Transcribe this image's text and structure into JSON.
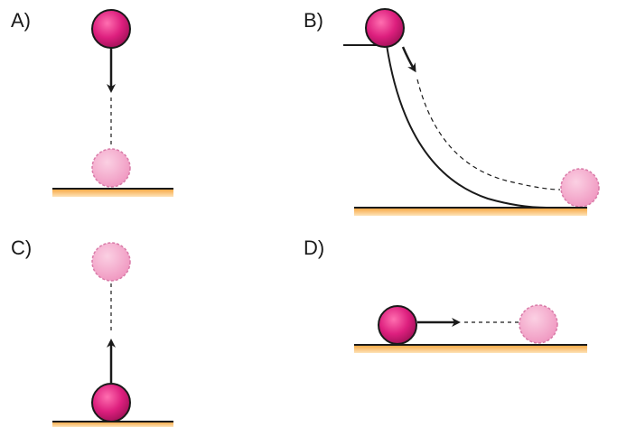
{
  "panels": [
    {
      "id": "A",
      "label": "A)"
    },
    {
      "id": "B",
      "label": "B)"
    },
    {
      "id": "C",
      "label": "C)"
    },
    {
      "id": "D",
      "label": "D)"
    }
  ],
  "colors": {
    "ball_solid": "#d81b7a",
    "ball_ghost": "#f2a6c8",
    "ground_top": "#1a1a1a",
    "ground_fill": "#f5b041",
    "arrow": "#1a1a1a",
    "path": "#1a1a1a"
  }
}
